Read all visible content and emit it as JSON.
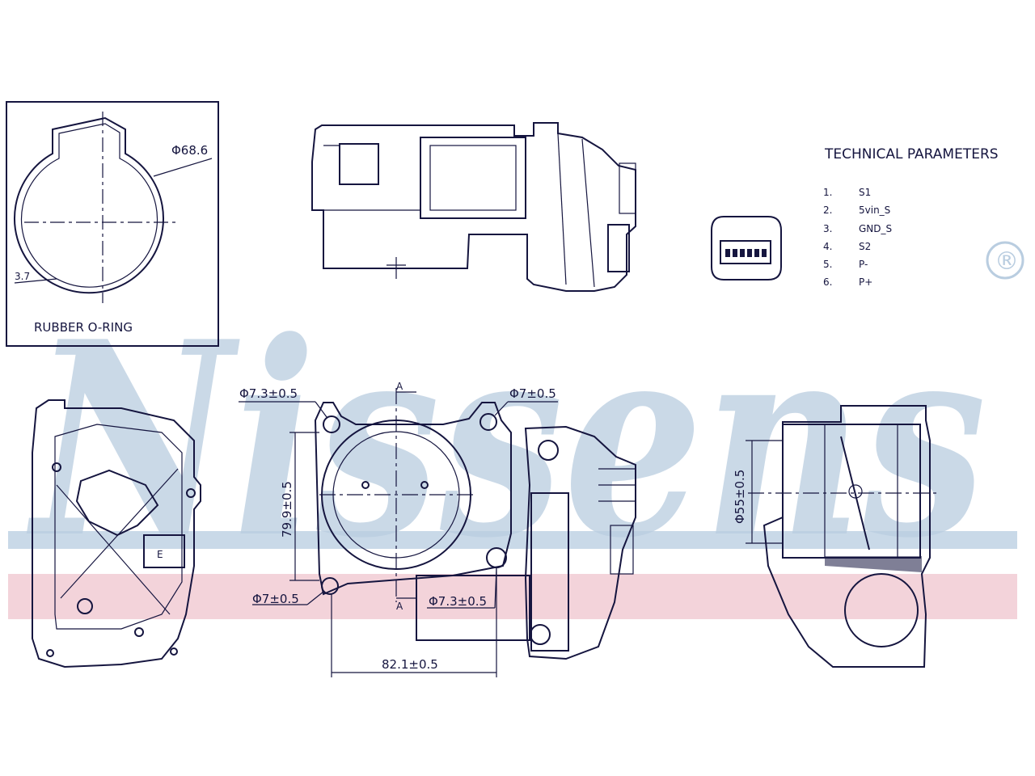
{
  "watermark": {
    "brand": "Nissens",
    "registered": "®",
    "stripe_blue": "#c9d9e8",
    "stripe_pink": "#f3d3da"
  },
  "oring_view": {
    "diameter_label": "Φ68.6",
    "section_label": "3.7",
    "caption": "RUBBER O-RING"
  },
  "technical_parameters": {
    "title": "TECHNICAL PARAMETERS",
    "pins": [
      {
        "no": "1.",
        "signal": "S1"
      },
      {
        "no": "2.",
        "signal": "5vin_S"
      },
      {
        "no": "3.",
        "signal": "GND_S"
      },
      {
        "no": "4.",
        "signal": "S2"
      },
      {
        "no": "5.",
        "signal": "P-"
      },
      {
        "no": "6.",
        "signal": "P+"
      }
    ]
  },
  "front_view": {
    "hole_top_left": "Φ7.3±0.5",
    "hole_top_right": "Φ7±0.5",
    "hole_bottom_left": "Φ7±0.5",
    "hole_bottom_right": "Φ7.3±0.5",
    "height_dim": "79.9±0.5",
    "width_dim": "82.1±0.5",
    "section_top": "A",
    "section_bottom": "A"
  },
  "side_view": {
    "bore_dim": "Φ55±0.5"
  }
}
